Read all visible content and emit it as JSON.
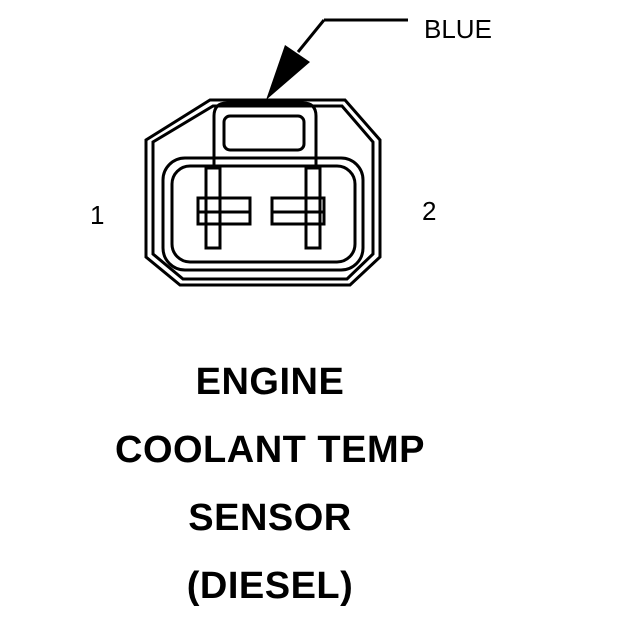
{
  "connector": {
    "color_label": "BLUE",
    "pin_left": "1",
    "pin_right": "2"
  },
  "title": {
    "lines": [
      "ENGINE",
      "COOLANT TEMP",
      "SENSOR",
      "(DIESEL)"
    ]
  },
  "colors": {
    "ink": "#000000",
    "background": "#ffffff"
  }
}
